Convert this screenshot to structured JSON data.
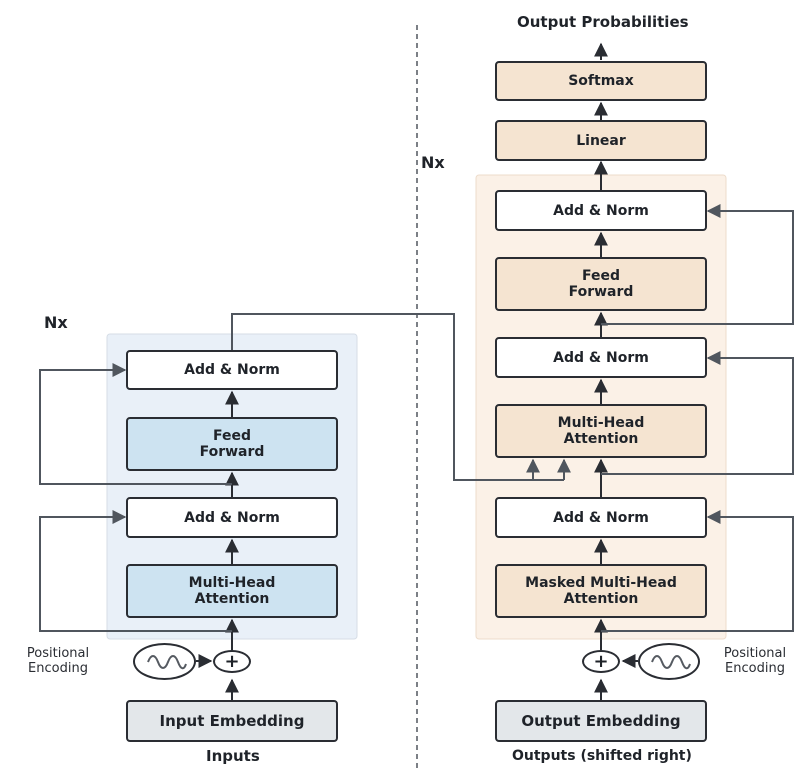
{
  "encoder": {
    "repeat_label": "Nx",
    "blocks": {
      "add_norm_top": "Add & Norm",
      "feed_forward": "Feed\nForward",
      "add_norm_bottom": "Add & Norm",
      "multi_head_attention": "Multi-Head\nAttention"
    },
    "positional_encoding": "Positional\nEncoding",
    "plus": "+",
    "embedding": "Input Embedding",
    "caption": "Inputs"
  },
  "decoder": {
    "repeat_label": "Nx",
    "blocks": {
      "add_norm_top": "Add & Norm",
      "feed_forward": "Feed\nForward",
      "add_norm_middle": "Add & Norm",
      "multi_head_attention": "Multi-Head\nAttention",
      "add_norm_bottom": "Add & Norm",
      "masked_attention": "Masked Multi-Head\nAttention"
    },
    "positional_encoding": "Positional\nEncoding",
    "plus": "+",
    "embedding": "Output Embedding",
    "caption": "Outputs (shifted right)",
    "linear": "Linear",
    "softmax": "Softmax",
    "output_title": "Output Probabilities"
  },
  "colors": {
    "encoder_panel": "#e9f0f8",
    "decoder_panel": "#fbf1e7",
    "encoder_block": "#cde3f1",
    "decoder_block": "#f5e4d1",
    "embedding_block": "#e3e7ea",
    "line": "#50565e"
  },
  "icons": {
    "oscillator": "sine-wave-icon",
    "adder": "plus-circle-icon"
  }
}
